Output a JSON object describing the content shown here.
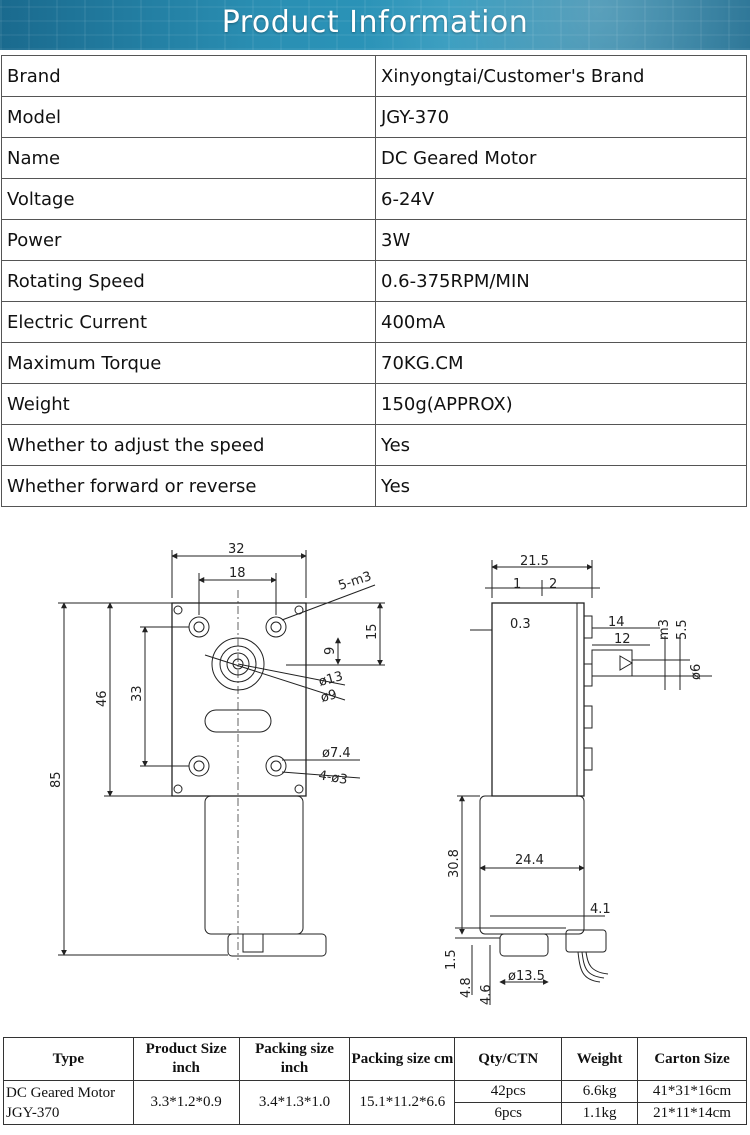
{
  "header": {
    "title": "Product Information"
  },
  "specs": [
    {
      "key": "Brand",
      "value": "Xinyongtai/Customer's Brand"
    },
    {
      "key": "Model",
      "value": "JGY-370"
    },
    {
      "key": "Name",
      "value": "DC Geared Motor"
    },
    {
      "key": "Voltage",
      "value": "6-24V"
    },
    {
      "key": "Power",
      "value": "3W"
    },
    {
      "key": "Rotating Speed",
      "value": "0.6-375RPM/MIN"
    },
    {
      "key": "Electric Current",
      "value": "400mA"
    },
    {
      "key": "Maximum Torque",
      "value": "70KG.CM"
    },
    {
      "key": "Weight",
      "value": "150g(APPROX)"
    },
    {
      "key": "Whether to adjust the speed",
      "value": "Yes"
    },
    {
      "key": "Whether forward or reverse",
      "value": "Yes"
    }
  ],
  "drawing": {
    "front": {
      "w32": "32",
      "w18": "18",
      "holes": "5-m3",
      "d15": "15",
      "d9": "9",
      "dia13": "ø13",
      "dia9": "ø9",
      "h46": "46",
      "h33": "33",
      "h85": "85",
      "dia74": "ø7.4",
      "holes4": "4-ø3"
    },
    "side": {
      "w215": "21.5",
      "d1": "1",
      "d2": "2",
      "d03": "0.3",
      "d14": "14",
      "d12": "12",
      "m3": "m3",
      "d55": "5.5",
      "dia6": "ø6",
      "h308": "30.8",
      "w244": "24.4",
      "d41": "4.1",
      "d15": "1.5",
      "d48": "4.8",
      "d46": "4.6",
      "dia135": "ø13.5"
    }
  },
  "packing": {
    "headers": [
      "Type",
      "Product Size inch",
      "Packing size inch",
      "Packing size cm",
      "Qty/CTN",
      "Weight",
      "Carton Size"
    ],
    "type_line1": "DC Geared Motor",
    "type_line2": "JGY-370",
    "product_size_inch": "3.3*1.2*0.9",
    "packing_size_inch": "3.4*1.3*1.0",
    "packing_size_cm": "15.1*11.2*6.6",
    "rows": [
      {
        "qty": "42pcs",
        "weight": "6.6kg",
        "carton": "41*31*16cm"
      },
      {
        "qty": "6pcs",
        "weight": "1.1kg",
        "carton": "21*11*14cm"
      }
    ]
  }
}
